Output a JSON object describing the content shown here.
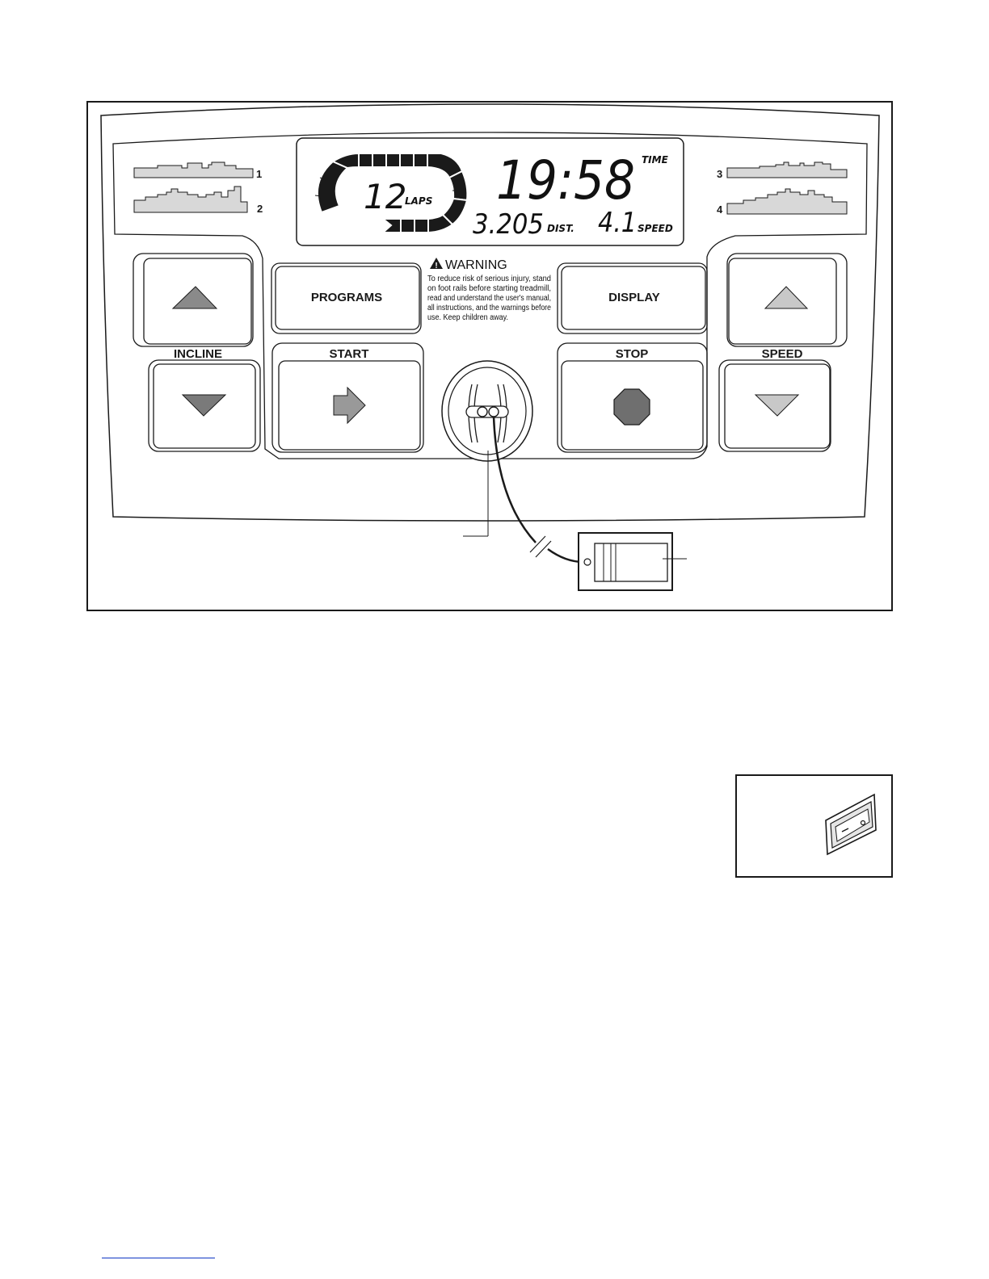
{
  "console": {
    "programs": [
      "1",
      "2",
      "3",
      "4"
    ],
    "display": {
      "laps_value": "12",
      "laps_unit": "LAPS",
      "time_value": "19:58",
      "time_unit": "TIME",
      "dist_value": "3.205",
      "dist_unit": "DIST.",
      "speed_value": "4.1",
      "speed_unit": "SPEED"
    },
    "warning": {
      "title": "WARNING",
      "lines": [
        "To reduce risk of serious injury, stand",
        "on foot rails before starting treadmill,",
        "read and understand the user's manual,",
        "all instructions, and the warnings before",
        "use.  Keep children away."
      ]
    },
    "buttons": {
      "programs": "PROGRAMS",
      "display": "DISPLAY",
      "start": "START",
      "stop": "STOP",
      "incline": "INCLINE",
      "speed": "SPEED"
    }
  },
  "colors": {
    "line": "#1a1a1a",
    "triangle_incline_up": "#8a8a8a",
    "triangle_down": "#7a7a7a",
    "triangle_speed_up": "#c8c8c8",
    "start_arrow": "#999999",
    "stop_octagon": "#6f6f6f"
  }
}
